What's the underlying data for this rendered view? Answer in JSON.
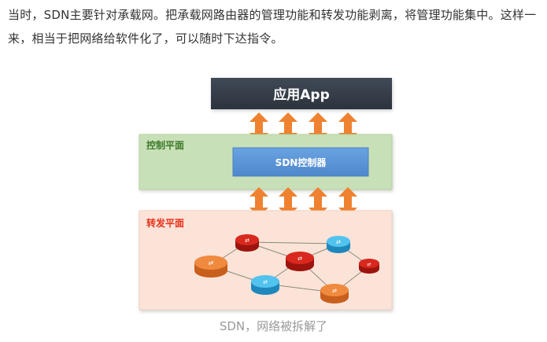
{
  "article": {
    "paragraph": "当时，SDN主要针对承载网。把承载网路由器的管理功能和转发功能剥离，将管理功能集中。这样一来，相当于把网络给软件化了，可以随时下达指令。"
  },
  "figure": {
    "app_layer_label": "应用App",
    "control_plane_label": "控制平面",
    "controller_label": "SDN控制器",
    "forwarding_plane_label": "转发平面",
    "caption": "SDN，网络被拆解了",
    "colors": {
      "app_box": "#343c48",
      "control_plane": "#c8e0b7",
      "controller": "#5b94d6",
      "forwarding_plane": "#fbe3d8",
      "arrow": "#ee8231",
      "control_label": "#3f7a2c",
      "forwarding_label": "#e8321b",
      "router_red": "#cf2118",
      "router_blue": "#3fb5e6",
      "router_orange": "#ee7a2d"
    },
    "routers": [
      {
        "id": "r1",
        "color": "orange",
        "icon": "router-icon"
      },
      {
        "id": "r2",
        "color": "red",
        "icon": "router-icon"
      },
      {
        "id": "r3",
        "color": "blue",
        "icon": "router-icon"
      },
      {
        "id": "r4",
        "color": "red",
        "icon": "router-icon"
      },
      {
        "id": "r5",
        "color": "blue",
        "icon": "router-icon"
      },
      {
        "id": "r6",
        "color": "orange",
        "icon": "router-icon"
      },
      {
        "id": "r7",
        "color": "red",
        "icon": "router-icon"
      }
    ]
  }
}
